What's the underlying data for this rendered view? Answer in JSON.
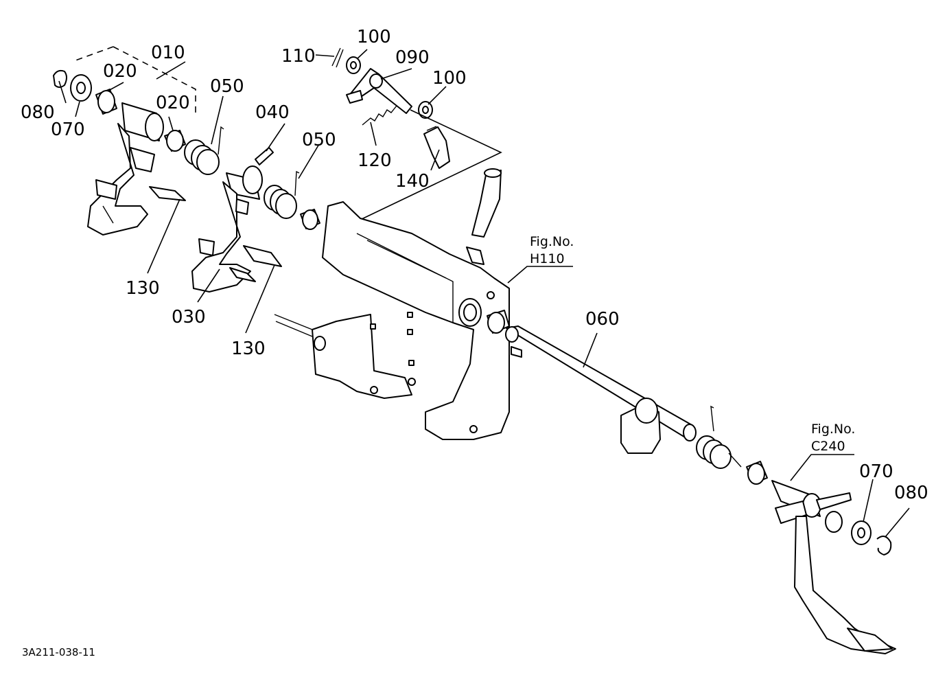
{
  "diagram": {
    "drawing_code": "3A211-038-11",
    "labels": [
      {
        "id": "010",
        "text": "010"
      },
      {
        "id": "020a",
        "text": "020"
      },
      {
        "id": "020b",
        "text": "020"
      },
      {
        "id": "030",
        "text": "030"
      },
      {
        "id": "040",
        "text": "040"
      },
      {
        "id": "050a",
        "text": "050"
      },
      {
        "id": "050b",
        "text": "050"
      },
      {
        "id": "060",
        "text": "060"
      },
      {
        "id": "070a",
        "text": "070"
      },
      {
        "id": "070b",
        "text": "070"
      },
      {
        "id": "080a",
        "text": "080"
      },
      {
        "id": "080b",
        "text": "080"
      },
      {
        "id": "090",
        "text": "090"
      },
      {
        "id": "100a",
        "text": "100"
      },
      {
        "id": "100b",
        "text": "100"
      },
      {
        "id": "110",
        "text": "110"
      },
      {
        "id": "120",
        "text": "120"
      },
      {
        "id": "130a",
        "text": "130"
      },
      {
        "id": "130b",
        "text": "130"
      },
      {
        "id": "140",
        "text": "140"
      }
    ],
    "references": [
      {
        "id": "h110",
        "line1": "Fig.No.",
        "line2": "H110"
      },
      {
        "id": "c240",
        "line1": "Fig.No.",
        "line2": "C240"
      }
    ]
  }
}
